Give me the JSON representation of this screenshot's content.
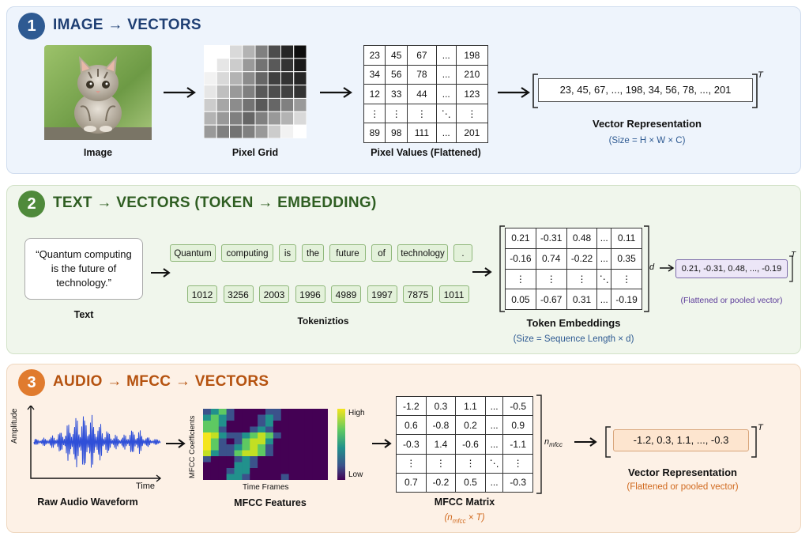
{
  "panel1": {
    "badge": "1",
    "title": "IMAGE → VECTORS",
    "image_caption": "Image",
    "grid_caption": "Pixel Grid",
    "grid_shades": [
      [
        1,
        1,
        0.85,
        0.7,
        0.5,
        0.3,
        0.15,
        0.05
      ],
      [
        1,
        0.9,
        0.8,
        0.6,
        0.45,
        0.35,
        0.2,
        0.1
      ],
      [
        0.95,
        0.85,
        0.7,
        0.55,
        0.4,
        0.25,
        0.2,
        0.15
      ],
      [
        0.9,
        0.75,
        0.6,
        0.5,
        0.35,
        0.3,
        0.25,
        0.2
      ],
      [
        0.8,
        0.65,
        0.55,
        0.45,
        0.35,
        0.4,
        0.5,
        0.6
      ],
      [
        0.7,
        0.6,
        0.5,
        0.4,
        0.5,
        0.6,
        0.7,
        0.85
      ],
      [
        0.6,
        0.5,
        0.45,
        0.5,
        0.6,
        0.8,
        0.95,
        1
      ]
    ],
    "values_caption": "Pixel Values (Flattened)",
    "values": [
      [
        "23",
        "45",
        "67",
        "...",
        "198"
      ],
      [
        "34",
        "56",
        "78",
        "...",
        "210"
      ],
      [
        "12",
        "33",
        "44",
        "...",
        "123"
      ],
      [
        "⋮",
        "⋮",
        "⋮",
        "⋱",
        "⋮"
      ],
      [
        "89",
        "98",
        "111",
        "...",
        "201"
      ]
    ],
    "vector": "23, 45, 67, ..., 198, 34, 56, 78, ..., 201",
    "transpose": "T",
    "vector_caption": "Vector Representation",
    "vector_size": "(Size = H × W × C)",
    "color": "#1f3f73",
    "badge_color": "#2e5a92"
  },
  "panel2": {
    "badge": "2",
    "title": "TEXT → VECTORS (TOKEN → EMBEDDING)",
    "text": "“Quantum computing is the future of technology.”",
    "text_caption": "Text",
    "tokens": [
      "Quantum",
      "computing",
      "is",
      "the",
      "future",
      "of",
      "technology",
      "."
    ],
    "ids": [
      "1012",
      "3256",
      "2003",
      "1996",
      "4989",
      "1997",
      "7875",
      "1011"
    ],
    "tokens_caption": "Tokeniztios",
    "embeddings": [
      [
        "0.21",
        "-0.31",
        "0.48",
        "...",
        "0.11"
      ],
      [
        "-0.16",
        "0.74",
        "-0.22",
        "...",
        "0.35"
      ],
      [
        "⋮",
        "⋮",
        "⋮",
        "⋱",
        "⋮"
      ],
      [
        "0.05",
        "-0.67",
        "0.31",
        "...",
        "-0.19"
      ]
    ],
    "dim_label": "d",
    "embed_caption": "Token Embeddings",
    "embed_size": "(Size = Sequence Length × d)",
    "vector": "0.21, -0.31, 0.48, ..., -0.19",
    "transpose": "T",
    "vector_caption": "(Flattened or pooled vector)",
    "color": "#2f5e22",
    "badge_color": "#4f8a3b"
  },
  "panel3": {
    "badge": "3",
    "title": "AUDIO → MFCC → VECTORS",
    "wave_ylabel": "Amplitude",
    "wave_xlabel": "Time",
    "wave_caption": "Raw Audio Waveform",
    "mfcc_ylabel": "MFCC Coefficients",
    "mfcc_xlabel": "Time Frames",
    "colorbar_high": "High",
    "colorbar_low": "Low",
    "mfcc_caption": "MFCC Features",
    "matrix": [
      [
        "-1.2",
        "0.3",
        "1.1",
        "...",
        "-0.5"
      ],
      [
        "0.6",
        "-0.8",
        "0.2",
        "...",
        "0.9"
      ],
      [
        "-0.3",
        "1.4",
        "-0.6",
        "...",
        "-1.1"
      ],
      [
        "⋮",
        "⋮",
        "⋮",
        "⋱",
        "⋮"
      ],
      [
        "0.7",
        "-0.2",
        "0.5",
        "...",
        "-0.3"
      ]
    ],
    "dim_label_main": "n",
    "dim_label_sub": "mfcc",
    "matrix_caption": "MFCC Matrix",
    "matrix_size_open": "(n",
    "matrix_size_sub": "mfcc",
    "matrix_size_close": " × T)",
    "vector": "-1.2, 0.3, 1.1, ..., -0.3",
    "transpose": "T",
    "vector_caption": "Vector Representation",
    "vector_sub": "(Flattened or pooled vector)",
    "color": "#b5520f",
    "badge_color": "#e07b2e"
  }
}
